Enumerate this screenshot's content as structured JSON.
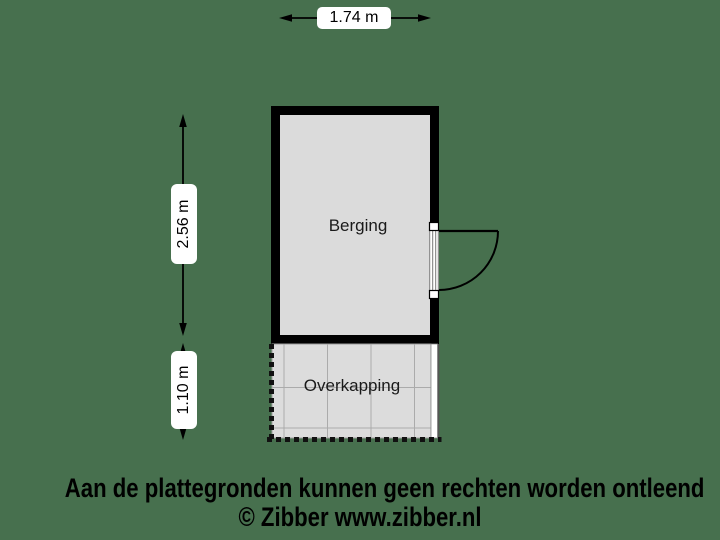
{
  "colors": {
    "background": "#47704E",
    "wall": "#000000",
    "room_fill": "#dbdbdb",
    "canopy_fill": "#dcdcdc",
    "grid_line": "#ababab",
    "label_bg": "#ffffff",
    "text": "#1a1a1a"
  },
  "floorplan": {
    "rooms": [
      {
        "label": "Berging"
      },
      {
        "label": "Overkapping"
      }
    ],
    "dimensions": {
      "width": {
        "label": "1.74 m",
        "orientation": "horizontal"
      },
      "room_height": {
        "label": "2.56 m",
        "orientation": "vertical"
      },
      "canopy_depth": {
        "label": "1.10 m",
        "orientation": "vertical"
      }
    },
    "features": [
      {
        "type": "door",
        "wall": "right",
        "swing": "outward"
      }
    ],
    "icons": [
      "dimension-arrow",
      "door-swing-arc"
    ]
  },
  "footer": {
    "disclaimer": "Aan de plattegronden kunnen geen rechten worden ontleend",
    "copyright": "© Zibber www.zibber.nl"
  }
}
